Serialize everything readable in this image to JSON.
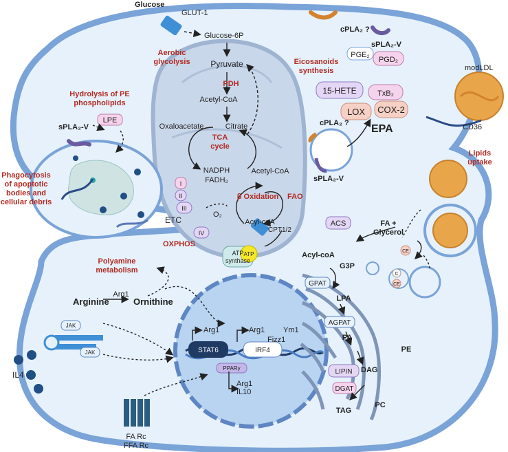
{
  "labels": {
    "glucose": "Glucose",
    "glut1": "GLUT-1",
    "glucose6p": "Glucose-6P",
    "aerobic_glycolysis_1": "Aerobic",
    "aerobic_glycolysis_2": "glycolysis",
    "pyruvate": "Pyruvate",
    "pdh": "PDH",
    "acetylcoa_top": "Acetyl-CoA",
    "oxaloacetate": "Oxaloacetate",
    "citrate": "Citrate",
    "tca_1": "TCA",
    "tca_2": "cycle",
    "nadph": "NADPH",
    "fadh2": "FADH₂",
    "acetylcoa_right": "Acetyl-CoA",
    "beta_oxidation": "β Oxidation",
    "fao": "FAO",
    "etc": "ETC",
    "complex_1": "I",
    "complex_2": "II",
    "complex_3": "III",
    "complex_4": "IV",
    "o2": "O₂",
    "acylcoa_mito": "Acyl-coA",
    "oxphos": "OXPHOS",
    "atp_synthase_1": "ATP",
    "atp_synthase_2": "synthase",
    "atp": "ATP",
    "cpt": "CPT1/2",
    "hydrolysis_1": "Hydrolysis of PE",
    "hydrolysis_2": "phospholipids",
    "spla2v_left": "sPLA₂-V",
    "lpe": "LPE",
    "phago_1": "Phagocytosis",
    "phago_2": "of apoptotic",
    "phago_3": "bodies and",
    "phago_4": "cellular debris",
    "cpla2_top": "cPLA₂ ?",
    "spla2v_top": "sPLA₂-V",
    "pge2": "PGE₂",
    "pgd2": "PGD₂",
    "eicos_1": "Eicosanoids",
    "eicos_2": "synthesis",
    "hete": "15-HETE",
    "txb2": "TxB₂",
    "lox": "LOX",
    "cox2": "COX-2",
    "cpla2_mid": "cPLA₂ ?",
    "epa": "EPA",
    "spla2v_bottom": "sPLA₂-V",
    "modldl": "modLDL",
    "cd36": "CD36",
    "lipids_1": "Lipids",
    "lipids_2": "uptake",
    "acs": "ACS",
    "fa_glycerol_1": "FA +",
    "fa_glycerol_2": "Glycerol",
    "acylcoa_cyto": "Acyl-coA",
    "g3p": "G3P",
    "gpat": "GPAT",
    "lpa": "LPA",
    "agpat": "AGPAT",
    "pa": "PA",
    "lipin": "LIPIN",
    "dag": "DAG",
    "dgat": "DGAT",
    "tag": "TAG",
    "pe": "PE",
    "pc": "PC",
    "ce_1": "CE",
    "ce_2": "CE",
    "c": "C",
    "polyamine_1": "Polyamine",
    "polyamine_2": "metabolism",
    "arginine": "Arginine",
    "arg1_path": "Arg1",
    "ornithine": "Ornithine",
    "stat6": "STAT6",
    "arg1_stat6": "Arg1",
    "arg1_irf4": "Arg1",
    "ym1": "Ym1",
    "fizz1": "Fizz1",
    "irf4": "IRF4",
    "ppar": "PPARγ",
    "arg1_ppar": "Arg1",
    "il10": "IL10",
    "jak_1": "JAK",
    "jak_2": "JAK",
    "il4": "IL4",
    "fa_rc": "FA Rc",
    "ffa_rc": "FFA Rc"
  },
  "colors": {
    "cell_fill": "#e6f1fb",
    "membrane": "#7aa3d8",
    "mito_fill": "#c9d7ea",
    "nucleus_fill": "#b8d4f1",
    "nucleus_edge": "#5f86c4",
    "title_red": "#b22a22",
    "stat6_fill": "#1f3a63",
    "atp_yellow": "#f5e72a",
    "er_line": "#7f95b8",
    "ldl_orange": "#e9a54a",
    "il4_dot": "#1f4f85",
    "pink_box": "#f6d3ec",
    "purple_box": "#e4d7f5",
    "salmon_box": "#f6d0c5"
  }
}
